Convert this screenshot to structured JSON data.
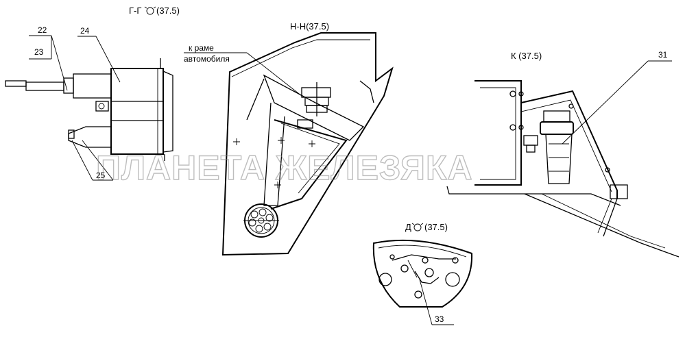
{
  "views": {
    "g_title": "Г-Г",
    "g_ref": "(37.5)",
    "h_title": "Н-Н(37.5)",
    "k_title": "К (37.5)",
    "d_title": "Д",
    "d_ref": "(37.5)"
  },
  "callouts": {
    "c22": "22",
    "c23": "23",
    "c24": "24",
    "c25": "25",
    "c31": "31",
    "c33": "33"
  },
  "notes": {
    "frame_line1": "к раме",
    "frame_line2": "автомобиля"
  },
  "watermark": "ПЛАНЕТА ЖЕЛЕЗЯКА"
}
